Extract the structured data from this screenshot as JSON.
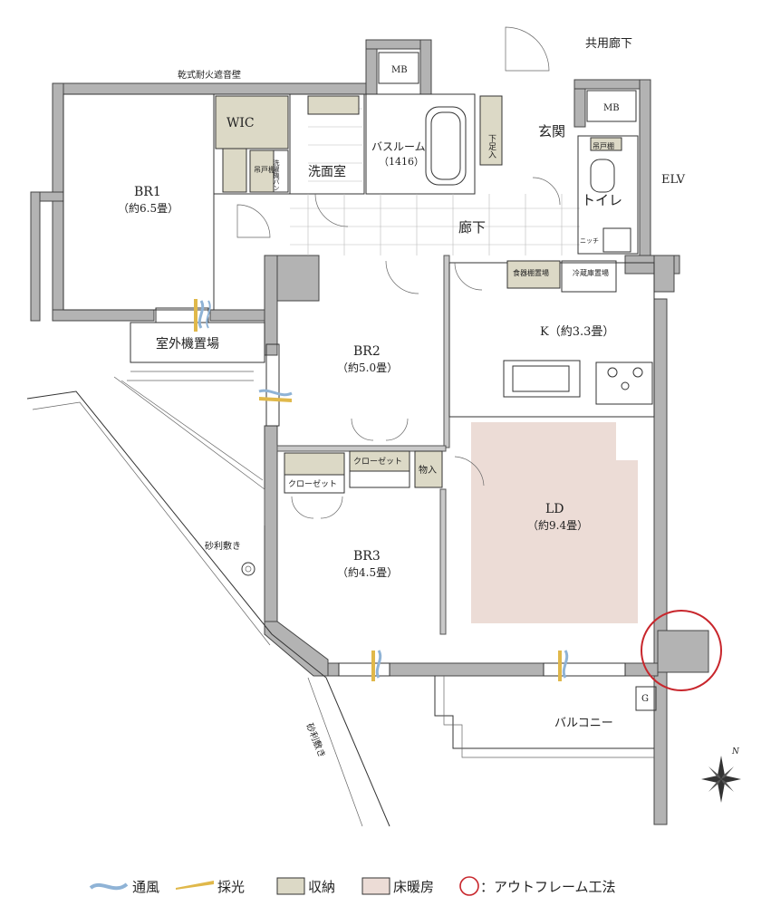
{
  "plan": {
    "labels": {
      "common_corridor": "共用廊下",
      "wall_note": "乾式耐火遮音壁",
      "mb1": "MB",
      "mb2": "MB",
      "wic": "WIC",
      "hanging_shelf1": "吊戸棚",
      "washer_pan": "洗濯機パン",
      "washroom": "洗面室",
      "bathroom": "バスルーム",
      "bathroom_size": "（1416）",
      "shoe_box": "下足入",
      "entrance": "玄関",
      "hanging_shelf2": "吊戸棚",
      "toilet": "トイレ",
      "niche": "ニッチ",
      "elv": "ELV",
      "br1": "BR1",
      "br1_size": "（約6.5畳）",
      "corridor": "廊下",
      "dish_washer": "食器棚置場",
      "fridge": "冷蔵庫置場",
      "kitchen": "K（約3.3畳）",
      "outdoor_unit": "室外機置場",
      "br2": "BR2",
      "br2_size": "（約5.0畳）",
      "closet1": "クローゼット",
      "closet2": "クローゼット",
      "storage": "物入",
      "ld": "LD",
      "ld_size": "（約9.4畳）",
      "gravel1": "砂利敷き",
      "gravel2": "砂利敷き",
      "br3": "BR3",
      "br3_size": "（約4.5畳）",
      "balcony": "バルコニー",
      "gas_meter": "G",
      "north": "N"
    },
    "colors": {
      "wall": "#b3b3b3",
      "storage": "#dcd9c6",
      "floor_heating": "#ecdcd6",
      "ventilation": "#8fb3d6",
      "daylight": "#e0b84a",
      "outframe": "#c8262c"
    }
  },
  "legend": {
    "ventilation": "通風",
    "daylight": "採光",
    "storage": "収納",
    "floor_heating": "床暖房",
    "outframe": "：アウトフレーム工法"
  }
}
